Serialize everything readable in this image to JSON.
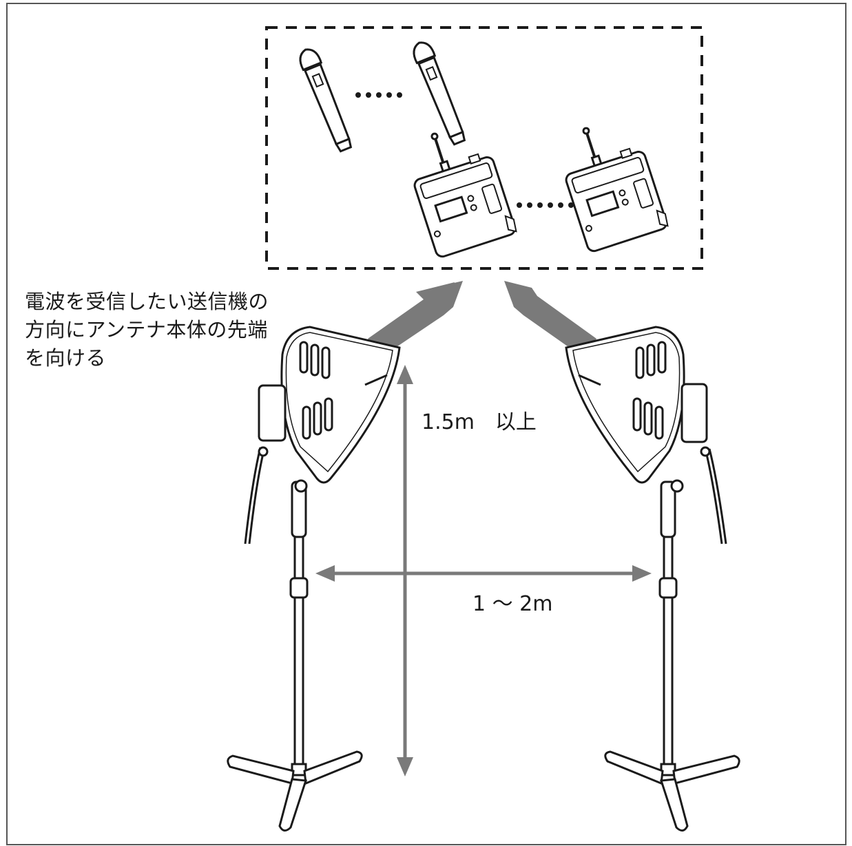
{
  "instruction": {
    "line1": "電波を受信したい送信機の",
    "line2": "方向にアンテナ本体の先端",
    "line3": "を向ける"
  },
  "dimensions": {
    "height_label": "1.5m　以上",
    "width_label": "1 ～ 2m"
  },
  "colors": {
    "line": "#1a1a1a",
    "arrow": "#7a7a7a",
    "frame": "#555555",
    "background": "#ffffff"
  },
  "icons": {
    "handheld_mic": "handheld-microphone-icon",
    "bodypack": "bodypack-transmitter-icon",
    "antenna": "directional-antenna-icon",
    "stand": "tripod-stand-icon"
  }
}
